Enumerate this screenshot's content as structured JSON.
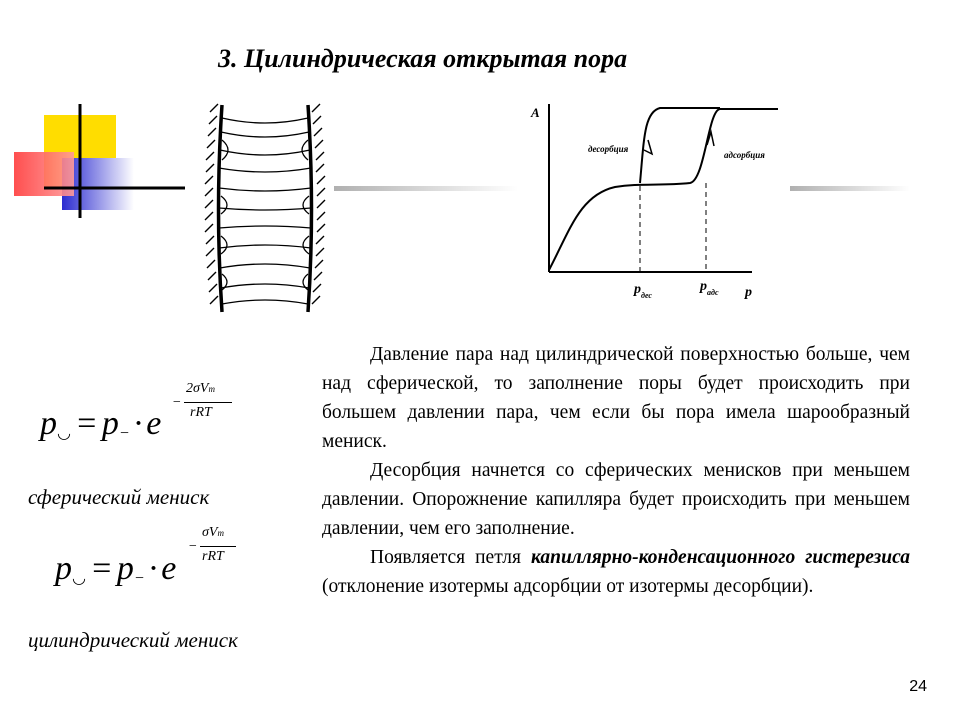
{
  "title": "3. Цилиндрическая открытая пора",
  "graph": {
    "y_label": "A",
    "x_label": "p",
    "desorption_label": "десорбция",
    "adsorption_label": "адсорбция",
    "p_des_main": "p",
    "p_des_sub": "дес",
    "p_ads_main": "p",
    "p_ads_sub": "адс"
  },
  "formula1": {
    "lhs": "p",
    "lhs_sub": "◡",
    "eq": "=",
    "rhs": "p",
    "rhs_sub": "−",
    "dot": "·",
    "e": "e",
    "exp_minus": "−",
    "exp_num_coef": "2σ",
    "exp_num_v": "V",
    "exp_num_v_sub": "m",
    "exp_den": "rRT"
  },
  "caption1": "сферический мениск",
  "formula2": {
    "lhs": "p",
    "lhs_sub": "◡",
    "eq": "=",
    "rhs": "p",
    "rhs_sub": "−",
    "dot": "·",
    "e": "e",
    "exp_minus": "−",
    "exp_num_coef": "σ",
    "exp_num_v": "V",
    "exp_num_v_sub": "m",
    "exp_den": "rRT"
  },
  "caption2": "цилиндрический мениск",
  "paragraphs": {
    "p1": "Давление пара над цилиндрической поверхностью больше, чем над сферической, то заполнение поры будет происходить при большем давлении пара, чем если бы пора имела шарообразный мениск.",
    "p2": "Десорбция начнется со сферических менисков при меньшем давлении. Опорожнение капилляра будет происходить при меньшем давлении, чем его заполнение.",
    "p3_a": "Появляется петля ",
    "p3_em": "капиллярно-конденсационного гистерезиса",
    "p3_b": " (отклонение изотермы адсорбции от изотермы десорбции)."
  },
  "page_number": "24"
}
